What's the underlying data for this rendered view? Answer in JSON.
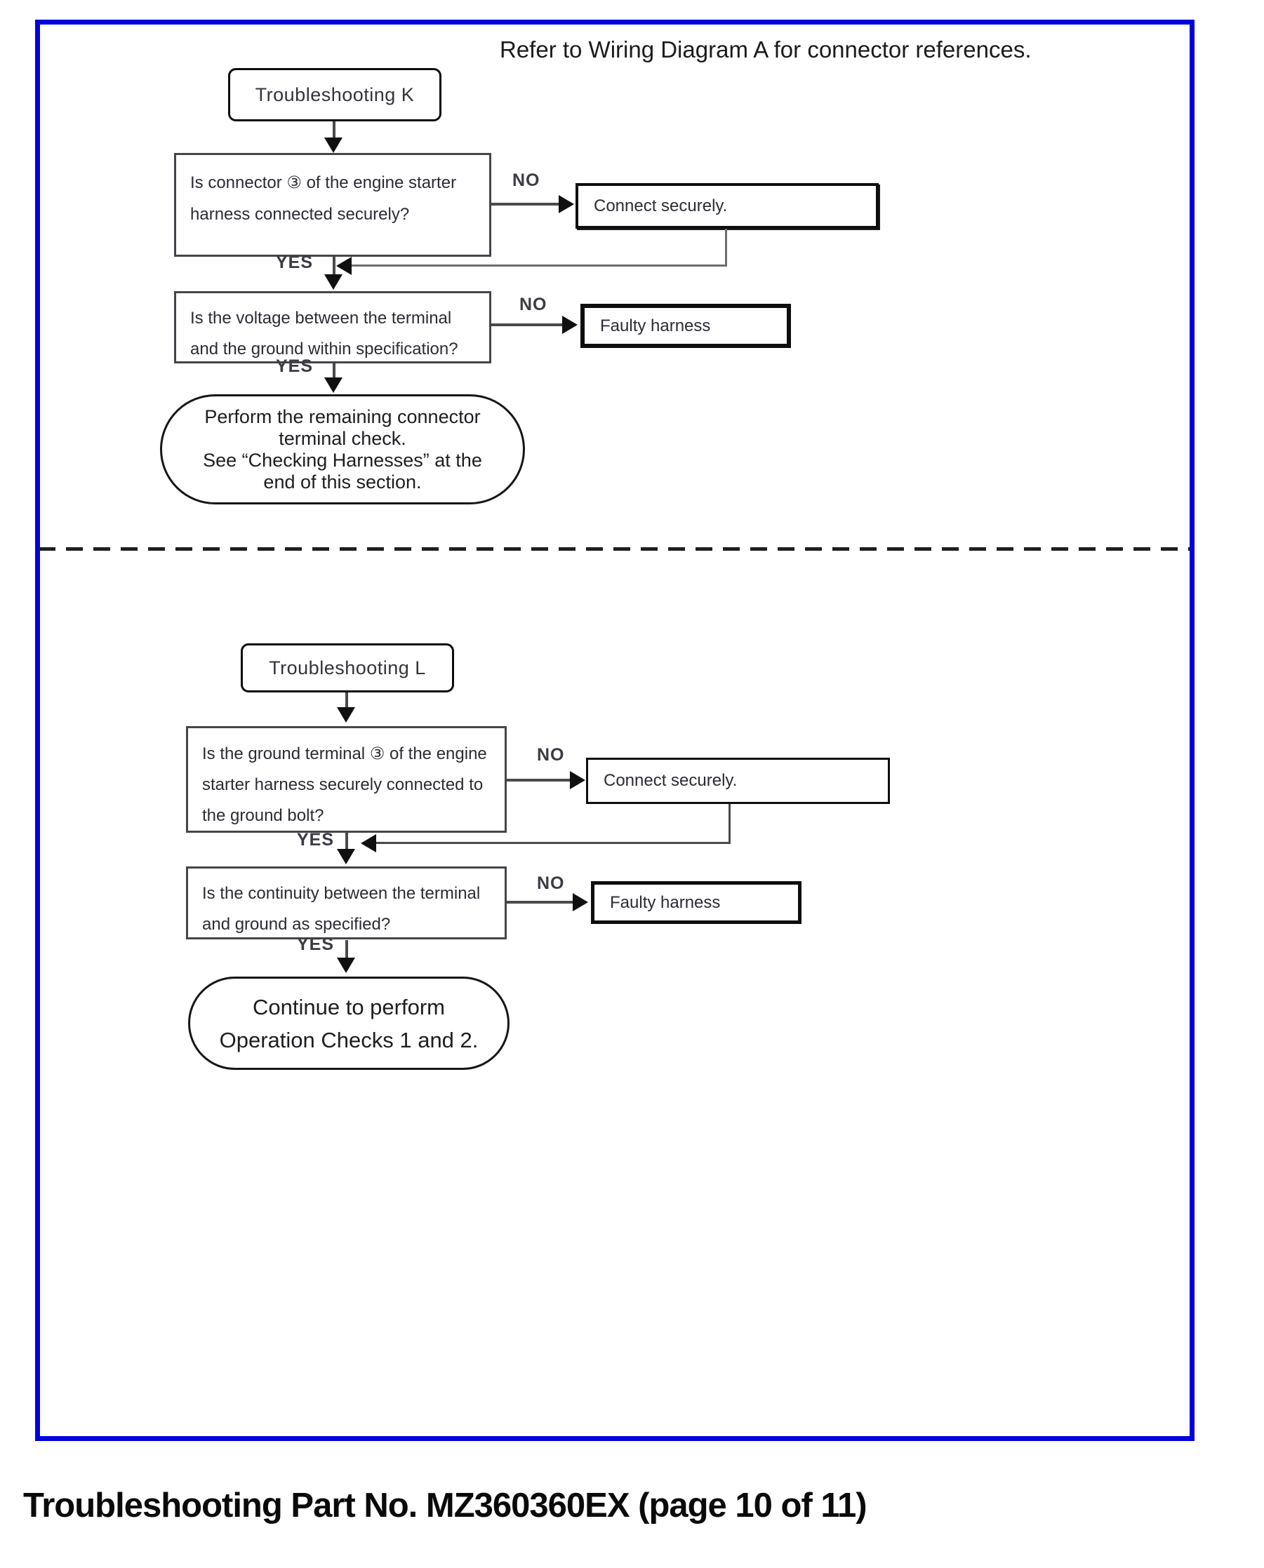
{
  "page": {
    "note": "Refer to Wiring Diagram A for connector references.",
    "caption": "Troubleshooting Part No. MZ360360EX (page 10 of 11)"
  },
  "labels": {
    "yes": "YES",
    "no": "NO"
  },
  "chart_k": {
    "title": "Troubleshooting K",
    "q1": "Is connector ③ of the engine starter harness connected securely?",
    "q1_no_action": "Connect securely.",
    "q2": "Is the voltage between the terminal and the ground within specification?",
    "q2_no_action": "Faulty harness",
    "end_lines": [
      "Perform the remaining connector",
      "terminal check.",
      "See “Checking Harnesses” at the",
      "end of this section."
    ]
  },
  "chart_l": {
    "title": "Troubleshooting L",
    "q1": "Is the ground terminal ③ of the engine starter harness securely connected to the ground bolt?",
    "q1_no_action": "Connect securely.",
    "q2": "Is the continuity between the terminal and ground as specified?",
    "q2_no_action": "Faulty harness",
    "end_lines": [
      "Continue to perform",
      "Operation Checks 1 and 2."
    ]
  }
}
